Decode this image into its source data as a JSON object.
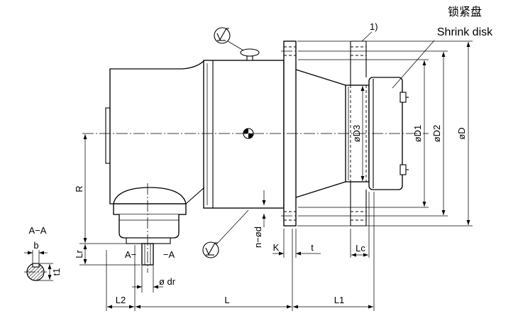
{
  "figure": {
    "callouts": {
      "shrink_disk_cn": "锁紧盘",
      "shrink_disk_en": "Shrink disk",
      "note": "1)"
    },
    "diameters": {
      "d3": "øD3",
      "d1": "øD1",
      "d2": "øD2",
      "d": "øD"
    },
    "dimensions": {
      "r": "R",
      "lr": "Lr",
      "n_d": "n−ød",
      "k": "K",
      "t": "t",
      "lc": "Lc",
      "dr": "ø dr",
      "l2": "L2",
      "l": "L",
      "l1": "L1"
    },
    "section": {
      "title": "A−A",
      "b": "b",
      "t1": "t1",
      "mark_left": "A−",
      "mark_right": "−A"
    },
    "icons": [
      "surface-roughness-icon",
      "center-of-gravity-icon",
      "breather-plug-icon"
    ]
  },
  "colors": {
    "line": "#000000",
    "background": "#ffffff"
  }
}
